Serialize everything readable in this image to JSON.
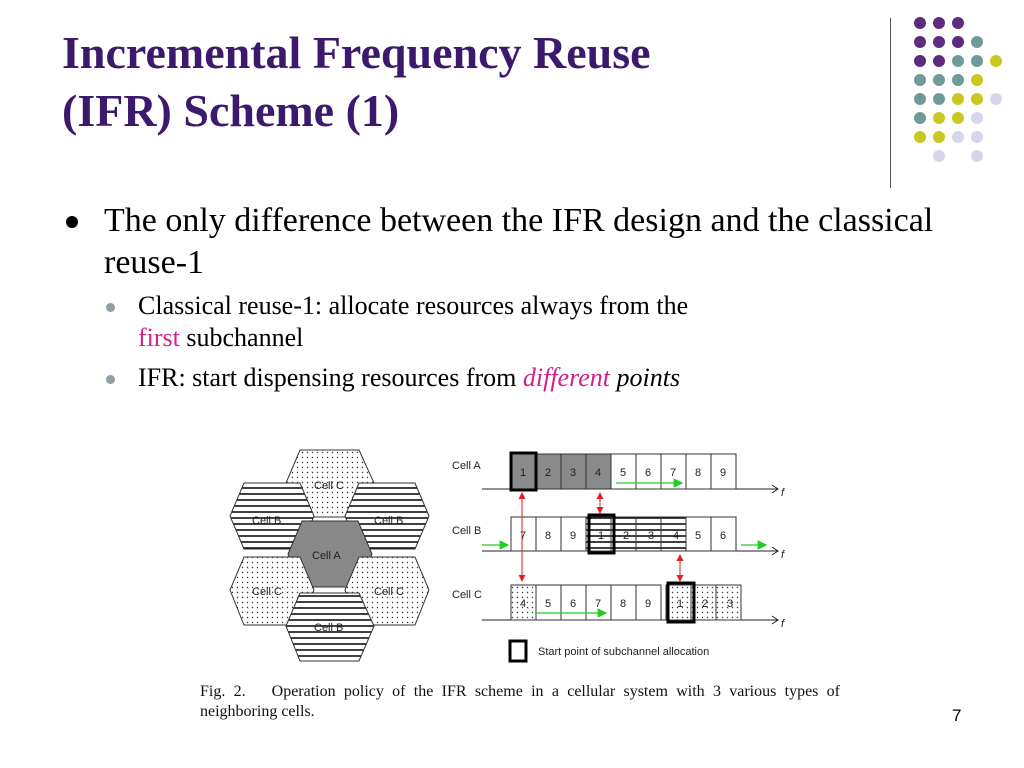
{
  "slide": {
    "title_line1": "Incremental Frequency Reuse",
    "title_line2": "(IFR) Scheme (1)",
    "bullet1": "The only difference between the IFR design and the classical reuse-1",
    "sub1_text": "Classical reuse-1: allocate resources always from the",
    "sub1_highlight": "first",
    "sub1_rest": " subchannel",
    "sub2_text": "IFR: start dispensing resources from ",
    "sub2_highlight": "different",
    "sub2_rest": " points",
    "page_number": "7"
  },
  "decor": {
    "dot_colors": {
      "purple": "#5e2c7e",
      "teal": "#6f9a98",
      "yellow": "#c9c721",
      "lavender": "#d6d6ea"
    }
  },
  "figure": {
    "hex_labels": {
      "top": "Cell C",
      "upper_left": "Cell B",
      "upper_right": "Cell B",
      "center": "Cell A",
      "lower_left": "Cell C",
      "lower_right": "Cell C",
      "bottom": "Cell B"
    },
    "rows": [
      {
        "label": "Cell A",
        "cells": [
          "1",
          "2",
          "3",
          "4",
          "5",
          "6",
          "7",
          "8",
          "9"
        ],
        "start_index": 0
      },
      {
        "label": "Cell B",
        "cells": [
          "7",
          "8",
          "9",
          "1",
          "2",
          "3",
          "4",
          "5",
          "6"
        ],
        "start_index": 3
      },
      {
        "label": "Cell C",
        "cells": [
          "4",
          "5",
          "6",
          "7",
          "8",
          "9",
          "1",
          "2",
          "3"
        ],
        "start_index": 6
      }
    ],
    "axis_label": "f",
    "legend": "Start point of subchannel allocation"
  },
  "caption": {
    "fig": "Fig. 2.",
    "text": "Operation policy of the IFR scheme in a cellular system with 3 various types of neighboring cells."
  }
}
